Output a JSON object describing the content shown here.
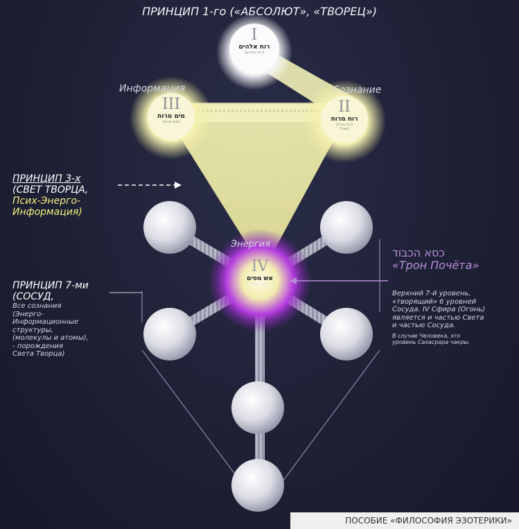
{
  "title": "ПРИНЦИП 1-го («АБСОЛЮТ», «ТВОРЕЦ»)",
  "nodes": {
    "n1": {
      "roman": "I",
      "hebrew": "רוח אלהים",
      "sub": "(דוח אלוהים)"
    },
    "n2": {
      "roman": "II",
      "hebrew": "רוח מרוח",
      "sub1": "(רוח מרוח)",
      "sub2": "(שאר)"
    },
    "n3": {
      "roman": "III",
      "hebrew": "מים מרוח",
      "sub": "(מים מרוח)"
    },
    "n4": {
      "roman": "IV",
      "hebrew": "אש מפים",
      "sub": "(אש מפים)"
    }
  },
  "labels": {
    "information": "Информация",
    "consciousness": "Сознание",
    "energy": "Энергия"
  },
  "principle3": {
    "line1": "ПРИНЦИП 3-х",
    "line2": "(СВЕТ ТВОРЦА,",
    "line3": "Псих-Энерго-",
    "line4": "Информация)"
  },
  "principle7": {
    "line1": "ПРИНЦИП 7-ми",
    "line2": "(СОСУД,",
    "line3": "Все сознания",
    "line4": "(Энерго-",
    "line5": "Информационные",
    "line6": "структуры,",
    "line7": "(молекулы и атомы),",
    "line8": "- порождения",
    "line9": "Света Творца)"
  },
  "throne": {
    "hebrew": "כסא הכבוד",
    "title": "«Трон Почёта»",
    "desc1": "Верхний 7-й уровень,",
    "desc2": "«творящий» 6 уровней",
    "desc3": "Сосуда. IV Сфира (Огонь)",
    "desc4": "является и частью Света",
    "desc5": "и частью Сосуда.",
    "note1": "В случае Человека, это",
    "note2": "уровень Сахасрара чакры."
  },
  "footer": "ПОСОБИЕ «ФИЛОСОФИЯ ЭЗОТЕРИКИ»",
  "colors": {
    "light": "#f3f2a6",
    "violet": "#b03adf",
    "background": "#1c1e30",
    "sphere": "#e8e8ee"
  }
}
